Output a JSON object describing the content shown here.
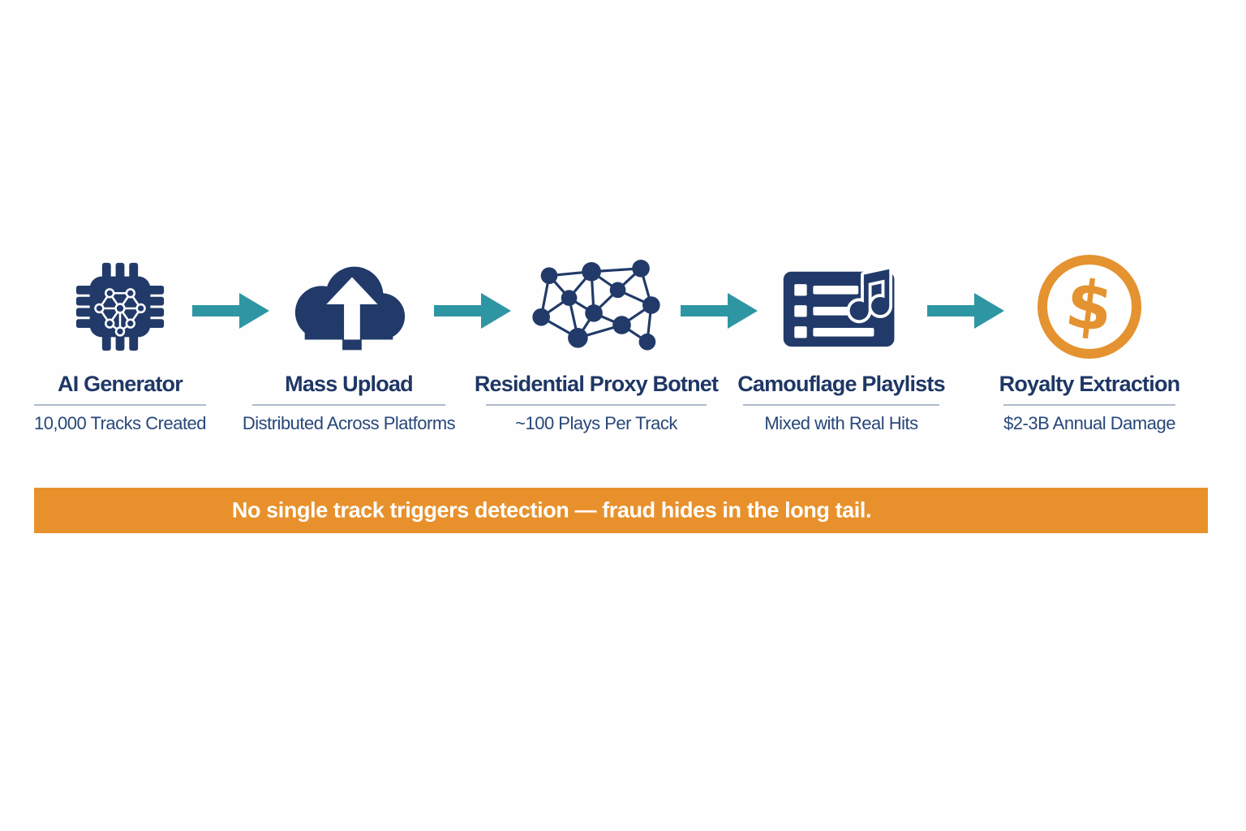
{
  "colors": {
    "navy": "#213a69",
    "title_navy": "#1e3765",
    "subtitle_navy": "#27477a",
    "teal_arrow": "#2e96a2",
    "orange_banner": "#e8912c",
    "orange_coin": "#e49330",
    "divider_gray": "#aebbcb",
    "background": "#fefefe"
  },
  "steps": [
    {
      "title": "AI Generator",
      "subtitle": "10,000 Tracks Created",
      "icon": "ai-chip-icon"
    },
    {
      "title": "Mass Upload",
      "subtitle": "Distributed Across Platforms",
      "icon": "cloud-upload-icon"
    },
    {
      "title": "Residential Proxy Botnet",
      "subtitle": "~100 Plays Per Track",
      "icon": "botnet-network-icon"
    },
    {
      "title": "Camouflage Playlists",
      "subtitle": "Mixed with Real Hits",
      "icon": "playlist-music-icon"
    },
    {
      "title": "Royalty Extraction",
      "subtitle": "$2-3B Annual Damage",
      "icon": "dollar-coin-icon"
    }
  ],
  "coin": {
    "glyph": "$"
  },
  "connectors": {
    "type": "arrow-right",
    "count": 4
  },
  "banner": {
    "text": "No single track triggers detection — fraud hides in the long tail."
  }
}
